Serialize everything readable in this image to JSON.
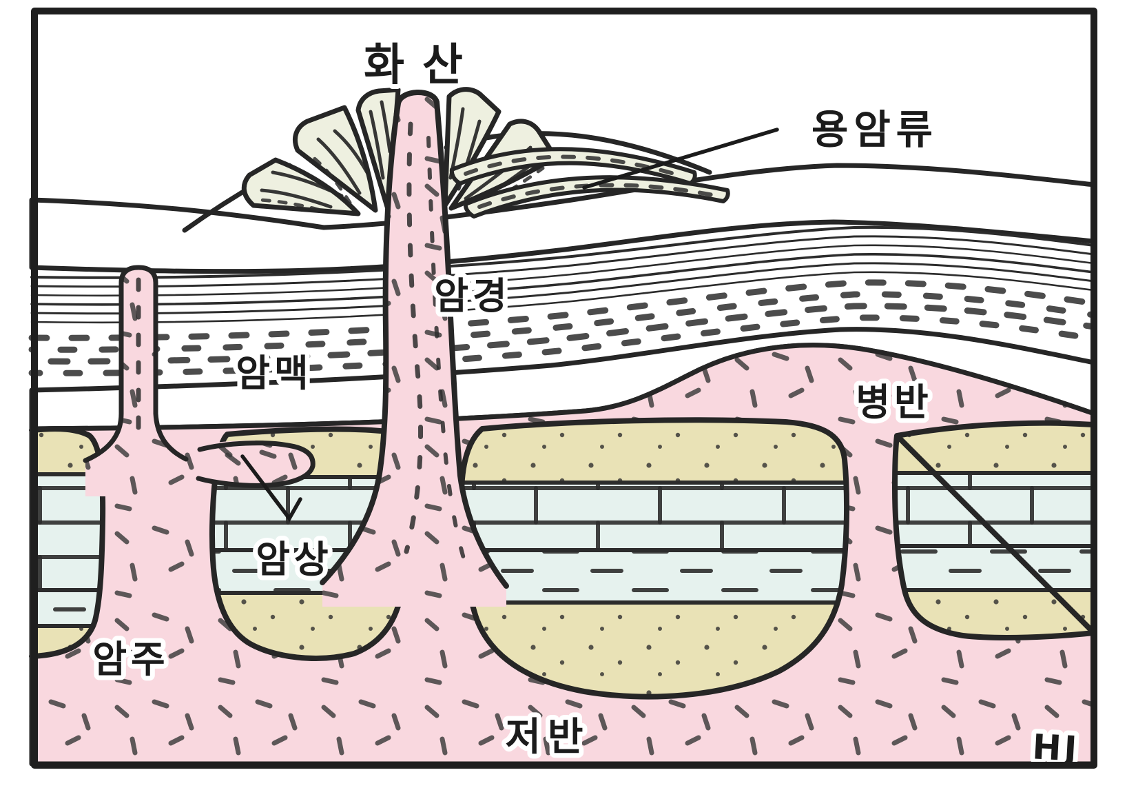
{
  "diagram": {
    "title": "화산",
    "signature": "HJ",
    "labels": {
      "volcano": "화산",
      "lava_flow": "용암류",
      "neck": "암경",
      "dike": "암맥",
      "laccolith": "병반",
      "sill": "암상",
      "stock": "암주",
      "batholith": "저반"
    },
    "colors": {
      "outline": "#262626",
      "magma_pink": "#f9d8df",
      "sandstone_tan": "#e9e2b6",
      "green_layer": "#e4edb4",
      "limestone_blue": "#e6f2ee",
      "lava_pale": "#eef0e0",
      "background": "#ffffff"
    }
  }
}
